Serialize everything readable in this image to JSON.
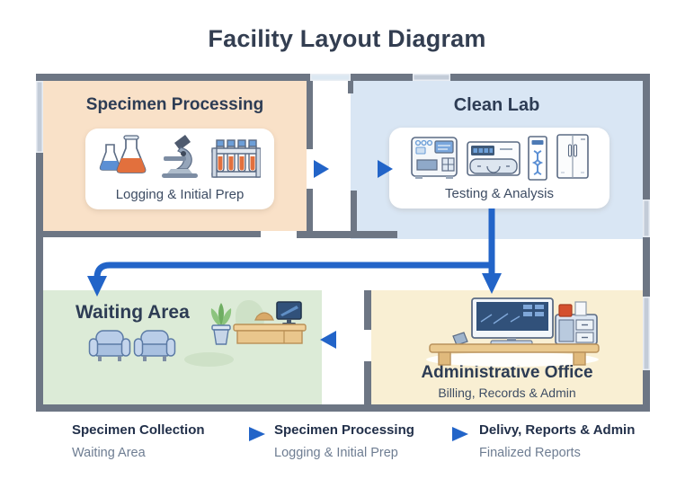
{
  "title": "Facility Layout Diagram",
  "colors": {
    "arrow_blue": "#2264c8",
    "wall_gray": "#6d7684",
    "room_specimen": "#f9e1c8",
    "room_cleanlab": "#d9e6f4",
    "room_waiting": "#dcebd7",
    "room_admin": "#f9efd3",
    "title_text": "#333e51"
  },
  "rooms": {
    "specimen_processing": {
      "name": "Specimen Processing",
      "caption": "Logging & Initial Prep"
    },
    "clean_lab": {
      "name": "Clean Lab",
      "caption": "Testing & Analysis"
    },
    "waiting_area": {
      "name": "Waiting Area"
    },
    "admin_office": {
      "name": "Administrative Office",
      "caption": "Billing, Records & Admin"
    }
  },
  "icons": {
    "specimen_processing": [
      "flasks-icon",
      "microscope-icon",
      "test-tube-rack-icon"
    ],
    "clean_lab": [
      "analyzer-icon",
      "pcr-machine-icon",
      "dna-panel-icon",
      "fridge-icon"
    ],
    "waiting_area": [
      "armchair-icon",
      "armchair-icon",
      "plant-icon",
      "reception-desk-icon"
    ],
    "admin_office": [
      "office-desk-icon"
    ]
  },
  "legend": {
    "steps": [
      {
        "label": "Specimen Collection",
        "sublabel": "Waiting Area"
      },
      {
        "label": "Specimen Processing",
        "sublabel": "Logging & Initial Prep"
      },
      {
        "label": "Delivy, Reports & Admin",
        "sublabel": "Finalized Reports"
      }
    ]
  }
}
